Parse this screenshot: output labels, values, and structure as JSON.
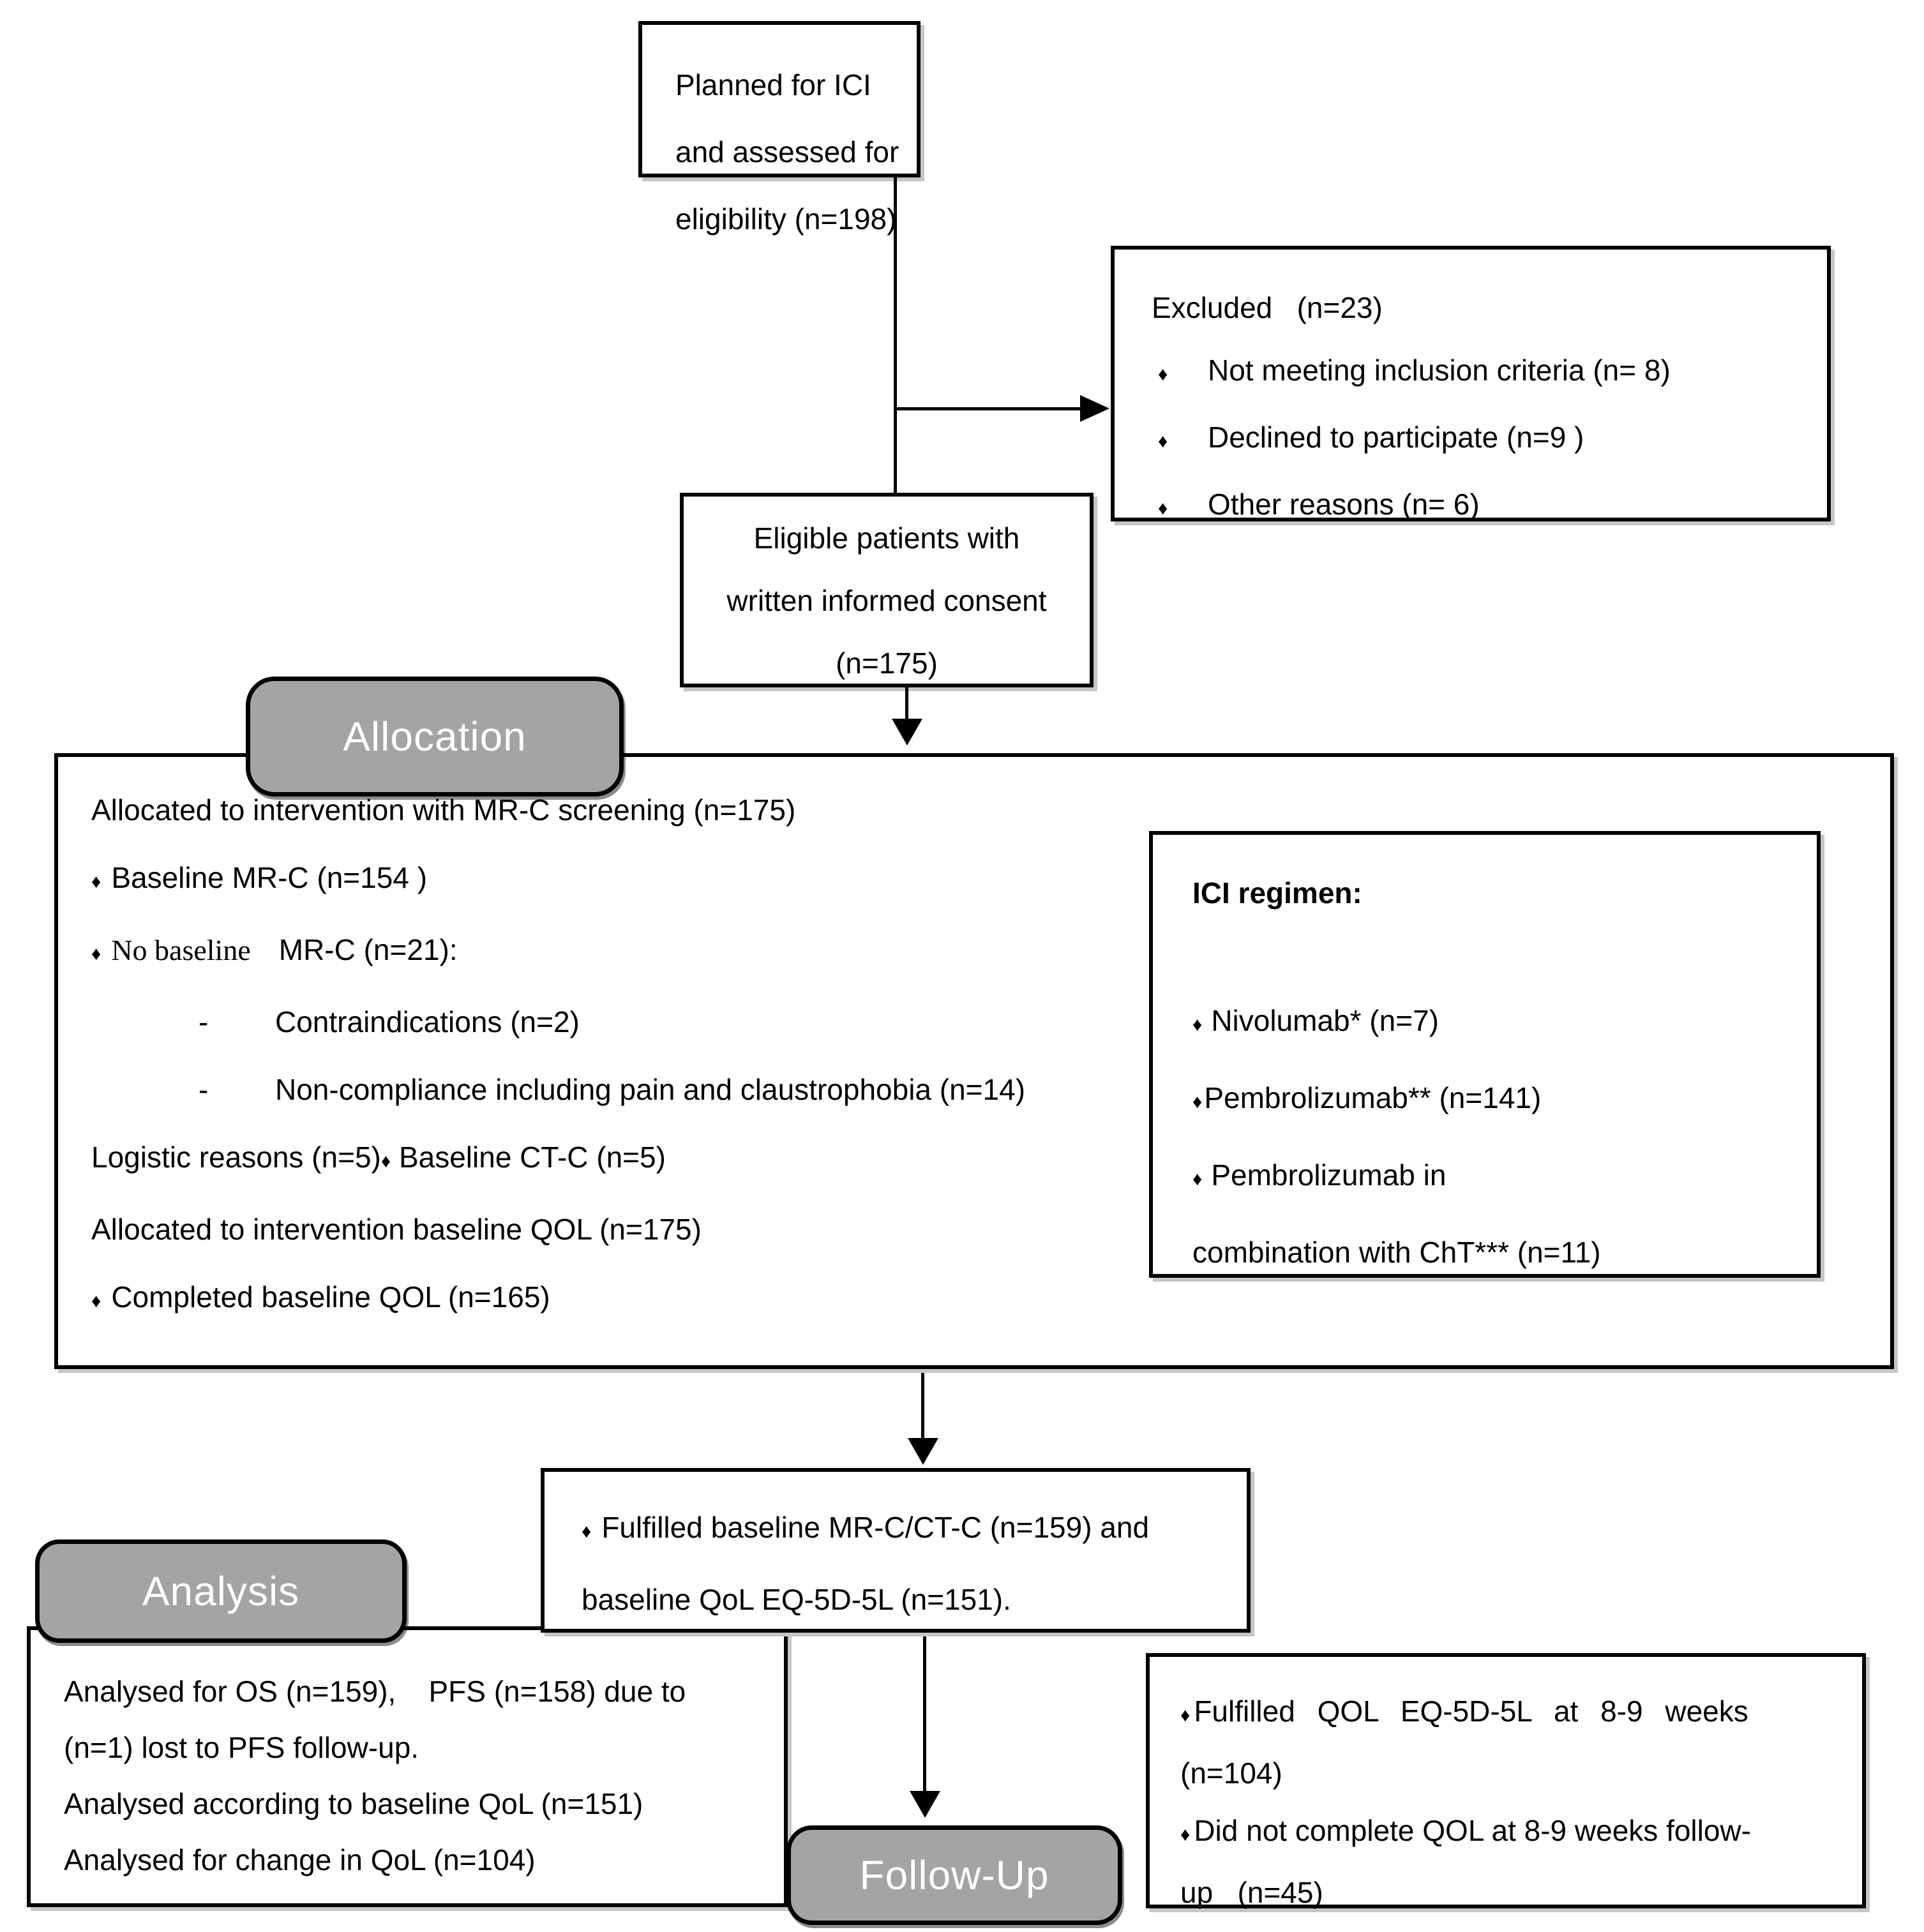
{
  "diagram": {
    "colors": {
      "label_fill": "#a4a4a4",
      "label_text": "#ffffff",
      "border": "#000000",
      "shadow": "#c6c6c6"
    },
    "bullet_glyph": "♦",
    "top_box": {
      "line1": "Planned for ICI and assessed for",
      "line2": "eligibility (n=198)"
    },
    "excluded_box": {
      "title": "Excluded   (n=23)",
      "bullet": "♦",
      "items": [
        "Not meeting inclusion criteria (n= 8)",
        "Declined to participate (n=9 )",
        "Other reasons (n= 6)"
      ]
    },
    "eligible_box": {
      "line1": "Eligible patients with",
      "line2": "written informed consent",
      "line3": "(n=175)"
    },
    "stage_labels": {
      "allocation": "Allocation",
      "analysis": "Analysis",
      "follow_up": "Follow-Up"
    },
    "allocation_box": {
      "line1": "Allocated to intervention with MR-C screening (n=175)",
      "line2": {
        "bullet": "♦",
        "text": "Baseline MR-C (n=154 )"
      },
      "line3": {
        "bullet": "♦",
        "serif": "No baseline",
        "rest": "MR-C (n=21):"
      },
      "line4": {
        "dash": "-",
        "text": "Contraindications (n=2)"
      },
      "line5": {
        "dash": "-",
        "text": "Non-compliance including pain and claustrophobia (n=14)"
      },
      "line6": {
        "pre": "Logistic reasons (n=5)",
        "bullet": "♦",
        "post": " Baseline CT-C (n=5)"
      },
      "line7": "Allocated to intervention baseline QOL (n=175)",
      "line8": {
        "bullet": "♦",
        "text": "Completed baseline QOL (n=165)"
      }
    },
    "ici_box": {
      "title": "ICI regimen:",
      "items": [
        {
          "bullet": "♦",
          "text": "Nivolumab* (n=7)"
        },
        {
          "bullet": "♦",
          "text": "Pembrolizumab** (n=141)"
        },
        {
          "bullet": "♦",
          "text": "Pembrolizumab in"
        },
        {
          "bullet": "",
          "text": "combination with ChT*** (n=11)"
        }
      ]
    },
    "fulfilled_box": {
      "bullet": "♦",
      "line1": "Fulfilled baseline MR-C/CT-C (n=159) and",
      "line2": "baseline QoL EQ-5D-5L (n=151)."
    },
    "analysis_box": {
      "lines": [
        "Analysed for OS (n=159),    PFS (n=158) due to",
        "(n=1) lost to PFS follow-up.",
        "Analysed according to baseline QoL (n=151)",
        "Analysed for change in QoL (n=104)"
      ]
    },
    "followup_box": {
      "line1": {
        "bullet": "♦",
        "text": "Fulfilled QOL EQ-5D-5L at 8-9 weeks"
      },
      "line2": "(n=104)",
      "line3": {
        "bullet": "♦",
        "text": "Did not complete QOL at 8-9 weeks follow-"
      },
      "line4": "up   (n=45)"
    }
  }
}
